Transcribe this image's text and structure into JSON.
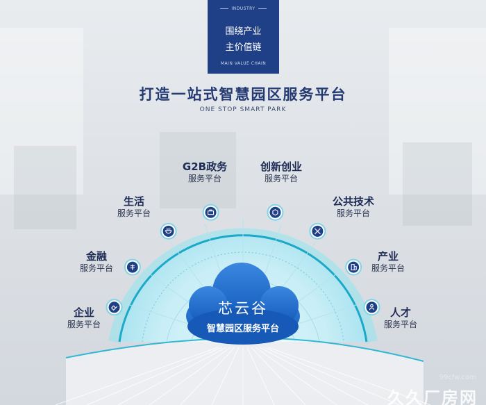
{
  "badge": {
    "top": "INDUSTRY",
    "line1": "围绕产业",
    "line2": "主价值链",
    "bottom": "MAIN VALUE CHAIN"
  },
  "title": "打造一站式智慧园区服务平台",
  "subtitle": "ONE STOP SMART PARK",
  "center": {
    "title": "芯云谷",
    "subtitle": "智慧园区服务平台"
  },
  "nodes": [
    {
      "name": "企业",
      "sub": "服务平台",
      "icon": "handshake-icon"
    },
    {
      "name": "金融",
      "sub": "服务平台",
      "icon": "finance-icon"
    },
    {
      "name": "生活",
      "sub": "服务平台",
      "icon": "bowl-icon"
    },
    {
      "name": "G2B政务",
      "sub": "服务平台",
      "icon": "briefcase-icon"
    },
    {
      "name": "创新创业",
      "sub": "服务平台",
      "icon": "hexagon-icon"
    },
    {
      "name": "公共技术",
      "sub": "服务平台",
      "icon": "tools-icon"
    },
    {
      "name": "产业",
      "sub": "服务平台",
      "icon": "building-icon"
    },
    {
      "name": "人才",
      "sub": "服务平台",
      "icon": "person-icon"
    }
  ],
  "colors": {
    "navy": "#1f3f86",
    "title": "#243a73",
    "cyan": "#1aa9c9",
    "cloud": "#1659b7"
  },
  "watermark": {
    "url": "99cfw.com",
    "logo": "久久厂房网"
  }
}
